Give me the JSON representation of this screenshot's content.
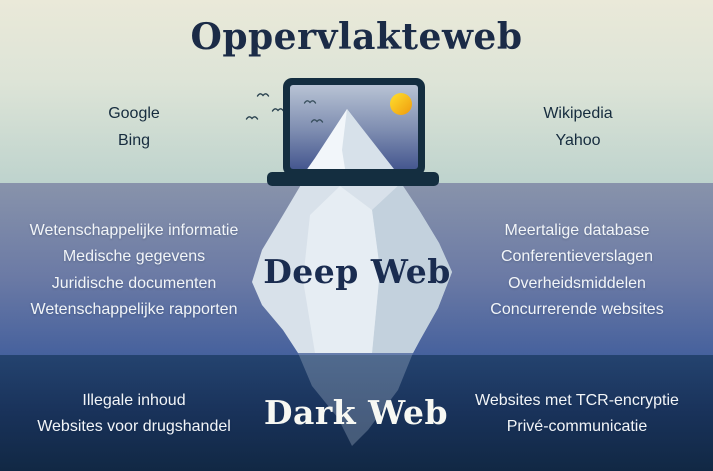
{
  "title": "Oppervlakteweb",
  "sections": {
    "surface": {
      "left_items": [
        "Google",
        "Bing"
      ],
      "right_items": [
        "Wikipedia",
        "Yahoo"
      ]
    },
    "deep": {
      "label": "Deep Web",
      "left_items": [
        "Wetenschappelijke informatie",
        "Medische gegevens",
        "Juridische documenten",
        "Wetenschappelijke rapporten"
      ],
      "right_items": [
        "Meertalige database",
        "Conferentieverslagen",
        "Overheidsmiddelen",
        "Concurrerende websites"
      ]
    },
    "dark": {
      "label": "Dark Web",
      "left_items": [
        "Illegale inhoud",
        "Websites voor drugshandel"
      ],
      "right_items": [
        "Websites met TCR-encryptie",
        "Privé-communicatie"
      ]
    }
  },
  "illustration": {
    "icons": [
      "laptop-icon",
      "iceberg-icon",
      "sun-icon",
      "bird-icon"
    ]
  },
  "colors": {
    "surface_bg_top": "#eae9d9",
    "surface_bg_bottom": "#bed3cd",
    "deep_bg_top": "#8893ab",
    "deep_bg_bottom": "#46619d",
    "dark_bg_top": "#24436f",
    "dark_bg_bottom": "#112844",
    "title_text": "#1b2b47",
    "dark_text": "#162c3e",
    "light_text": "#f2f5f8",
    "laptop_frame": "#142e40",
    "iceberg": "#d8e1ea",
    "sun": "#f6a714"
  }
}
